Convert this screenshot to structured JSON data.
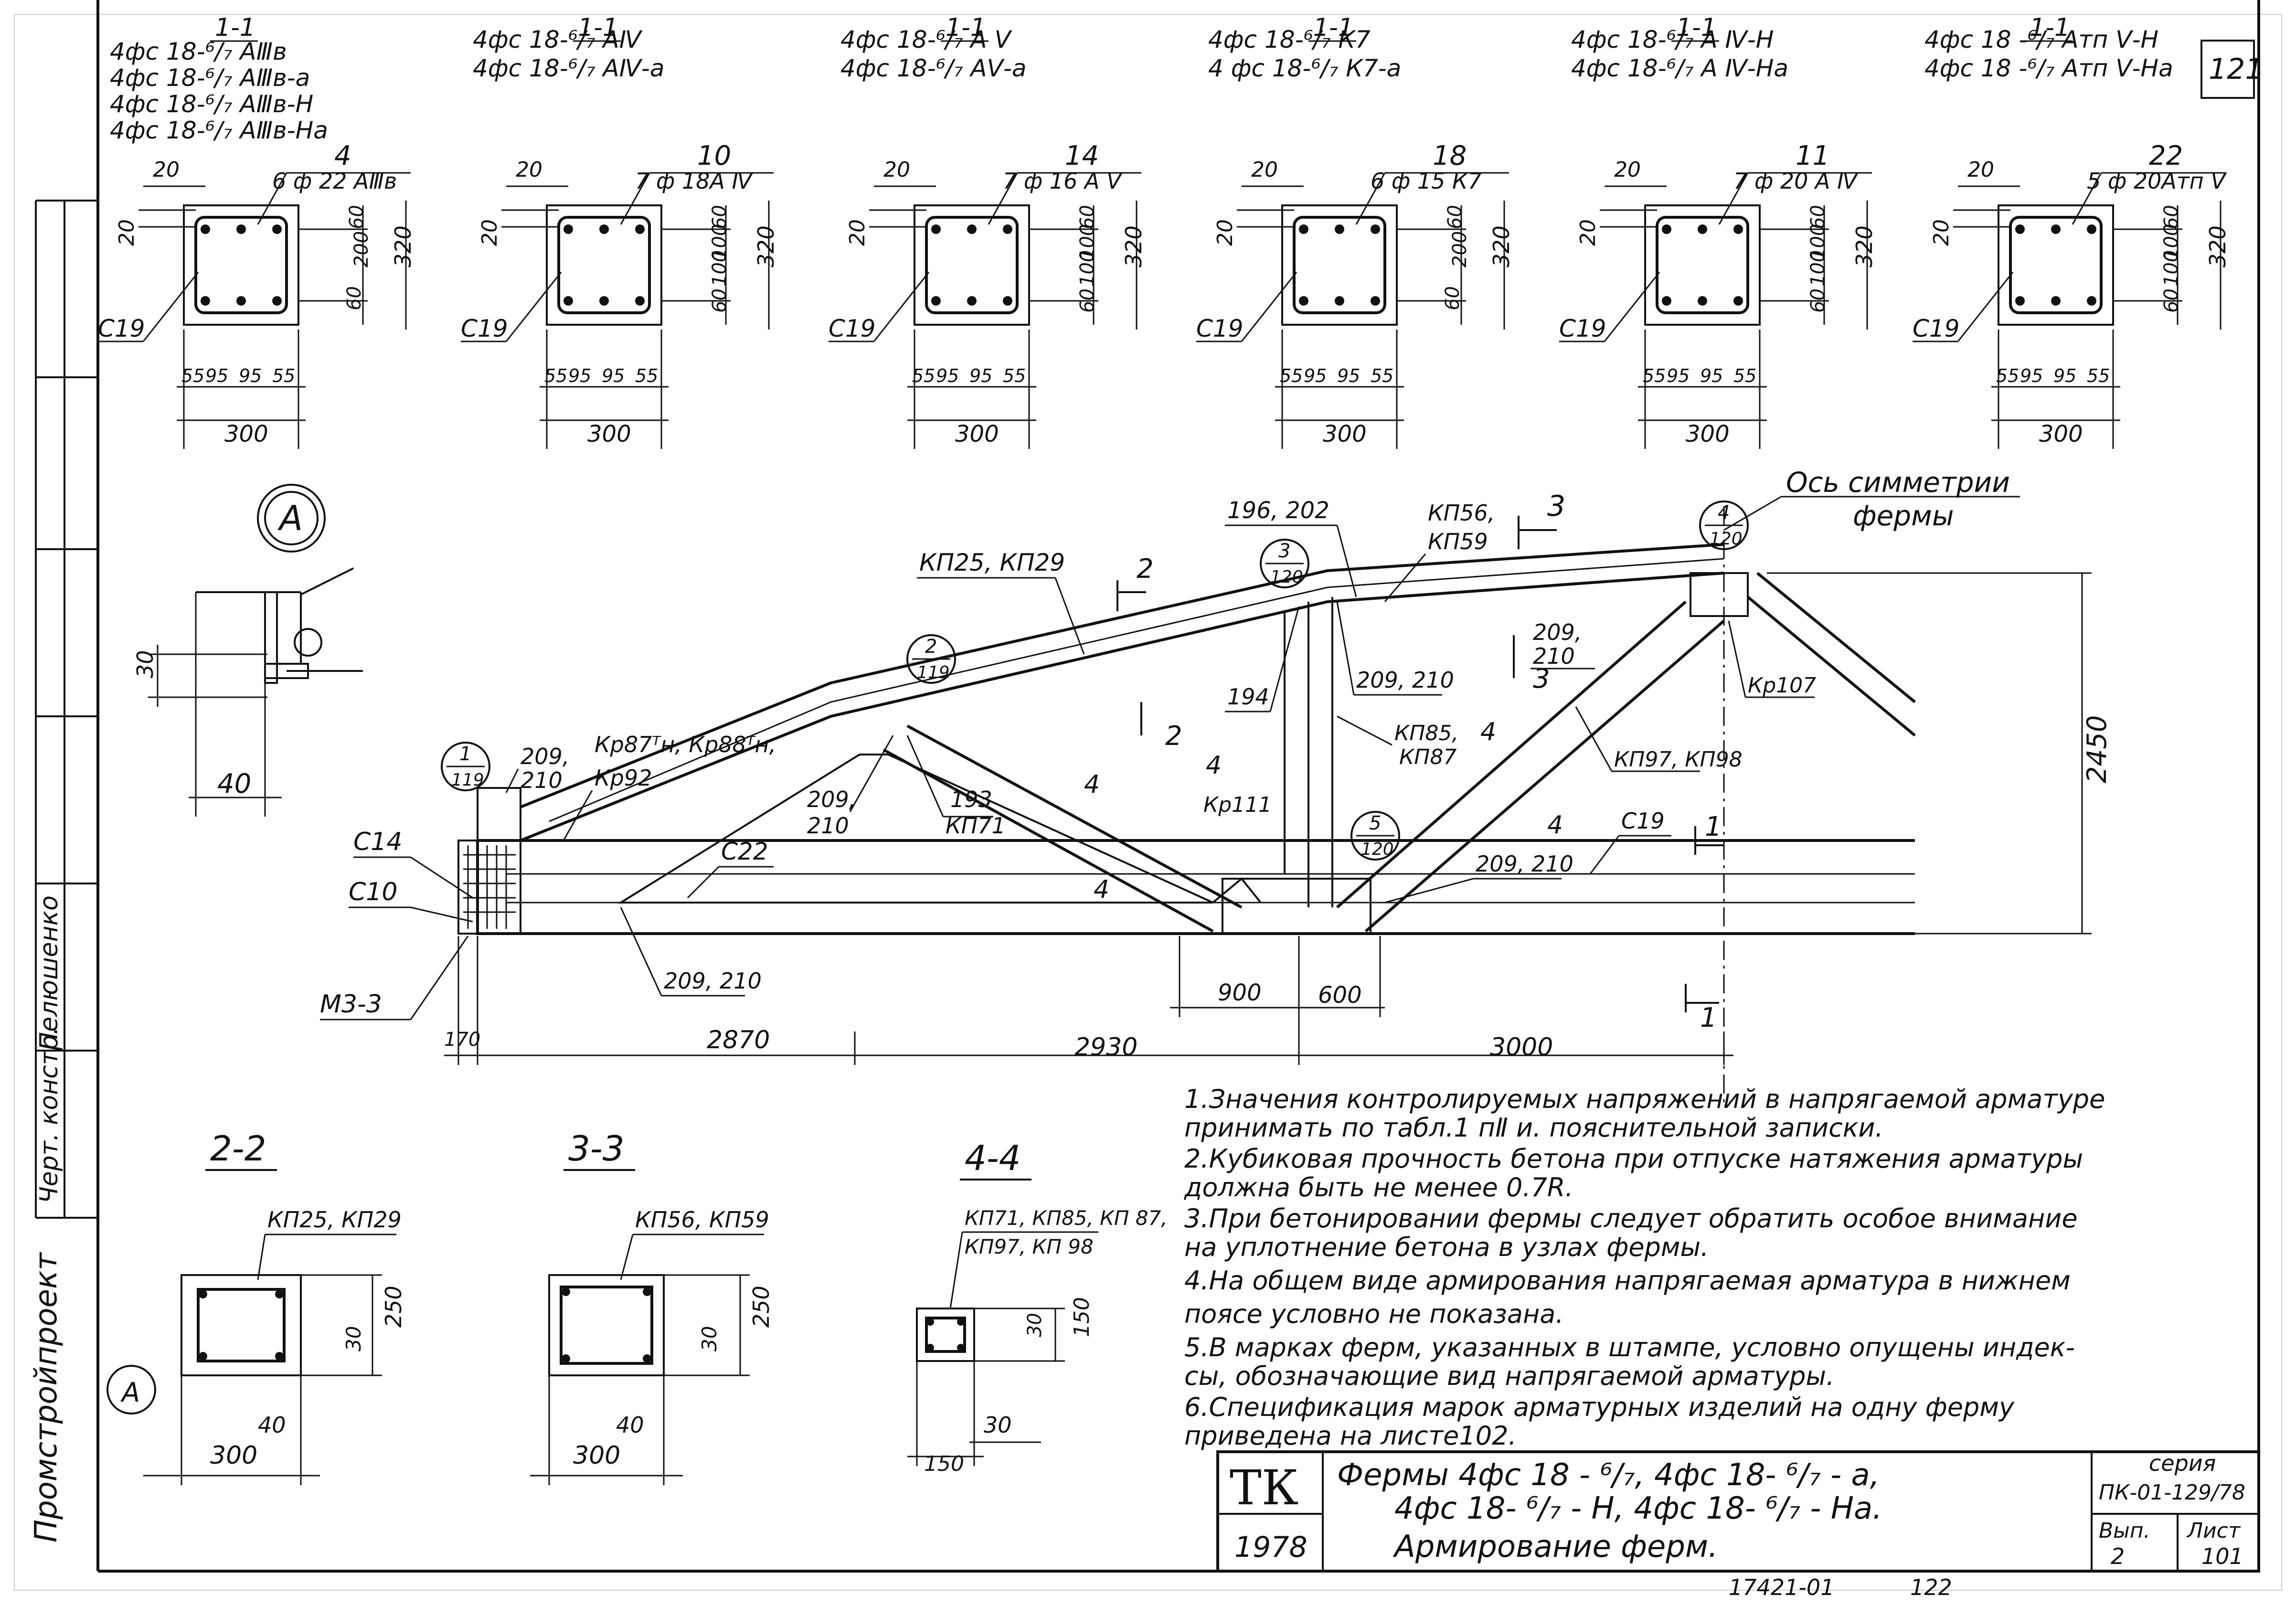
{
  "page_number_top": "121",
  "page_number_bottom": "122",
  "inventory_number": "17421-01",
  "left_strip": {
    "org": "Промстройпроект",
    "role_1": "Черт. констр.",
    "name_1": "Пелюшенко"
  },
  "sections_top": [
    {
      "cut": "1-1",
      "marks": [
        "4фс 18-⁶/₇ АⅢв",
        "4фс 18-⁶/₇ АⅢв-а",
        "4фс 18-⁶/₇ АⅢв-Н",
        "4фс 18-⁶/₇ АⅢв-На"
      ],
      "pos": "4",
      "bars": "6 ф 22 АⅢв",
      "d20a": "20",
      "d20b": "20",
      "dh": [
        "60",
        "200",
        "60"
      ],
      "dt": "320",
      "db": [
        "55",
        "95",
        "95",
        "55"
      ],
      "dw": "300",
      "clamp": "С19"
    },
    {
      "cut": "1-1",
      "marks": [
        "4фс 18-⁶/₇ АⅣ",
        "4фс 18-⁶/₇ АⅣ-а"
      ],
      "pos": "10",
      "bars": "7 ф 18А Ⅳ",
      "d20a": "20",
      "d20b": "20",
      "dh": [
        "60",
        "100",
        "100",
        "60"
      ],
      "dt": "320",
      "db": [
        "55",
        "95",
        "95",
        "55"
      ],
      "dw": "300",
      "clamp": "С19"
    },
    {
      "cut": "1-1",
      "marks": [
        "4фс 18-⁶/₇ А Ⅴ",
        "4фс 18-⁶/₇ АⅤ-а"
      ],
      "pos": "14",
      "bars": "7 ф 16 А Ⅴ",
      "d20a": "20",
      "d20b": "20",
      "dh": [
        "60",
        "100",
        "100",
        "60"
      ],
      "dt": "320",
      "db": [
        "55",
        "95",
        "95",
        "55"
      ],
      "dw": "300",
      "clamp": "С19"
    },
    {
      "cut": "1-1",
      "marks": [
        "4фс 18-⁶/₇ К7",
        "4 фс 18-⁶/₇ К7-а"
      ],
      "pos": "18",
      "bars": "6 ф 15 К7",
      "d20a": "20",
      "d20b": "20",
      "dh": [
        "60",
        "200",
        "60"
      ],
      "dt": "320",
      "db": [
        "55",
        "95",
        "95",
        "55"
      ],
      "dw": "300",
      "clamp": "С19"
    },
    {
      "cut": "1-1",
      "marks": [
        "4фс 18-⁶/₇ А Ⅳ-Н",
        "4фс 18-⁶/₇ А Ⅳ-На"
      ],
      "pos": "11",
      "bars": "7 ф 20 А Ⅳ",
      "d20a": "20",
      "d20b": "20",
      "dh": [
        "60",
        "100",
        "100",
        "60"
      ],
      "dt": "320",
      "db": [
        "55",
        "95",
        "95",
        "55"
      ],
      "dw": "300",
      "clamp": "С19"
    },
    {
      "cut": "1-1",
      "marks": [
        "4фс 18 -⁶/₇ Атп Ⅴ-Н",
        "4фс 18 -⁶/₇ Атп Ⅴ-На"
      ],
      "pos": "22",
      "bars": "5 ф 20Атп Ⅴ",
      "d20a": "20",
      "d20b": "20",
      "dh": [
        "60",
        "100",
        "100",
        "60"
      ],
      "dt": "320",
      "db": [
        "55",
        "95",
        "95",
        "55"
      ],
      "dw": "300",
      "clamp": "С19"
    }
  ],
  "detail_a": {
    "label": "А",
    "d30": "30",
    "d40": "40"
  },
  "truss": {
    "axis_label_1": "Ось симметрии",
    "axis_label_2": "фермы",
    "nodes": [
      {
        "num": "1",
        "sheet": "119"
      },
      {
        "num": "2",
        "sheet": "119"
      },
      {
        "num": "3",
        "sheet": "120"
      },
      {
        "num": "4",
        "sheet": "120"
      },
      {
        "num": "5",
        "sheet": "120"
      }
    ],
    "labels": {
      "kp25": "КП25, КП29",
      "l196": "196, 202",
      "kp56a": "КП56,",
      "kp56b": "КП59",
      "l209a": "209,",
      "l210a": "210",
      "kp87": "Кр87ᵀн, Кр88ᵀн,",
      "kp92": "Кр92",
      "c14": "С14",
      "c10": "С10",
      "m33": "М3-3",
      "c22": "С22",
      "l209b": "209,",
      "l210b": "210",
      "l193": "193",
      "kp71": "КП71",
      "l194": "194",
      "l209210a": "209, 210",
      "kp85a": "КП85,",
      "kp85b": "КП87",
      "kp111": "Кр111",
      "l209c": "209,",
      "l210c": "210",
      "kp107": "Кр107",
      "kp97": "КП97, КП98",
      "l209210b": "209, 210",
      "c19": "С19",
      "l209210c": "209, 210",
      "cut2": "2",
      "cut3": "3",
      "cut4": "4",
      "cut1": "1"
    },
    "dims": {
      "d170": "170",
      "d2870": "2870",
      "d2930": "2930",
      "d3000": "3000",
      "d900": "900",
      "d600": "600",
      "d2450": "2450"
    }
  },
  "sections_bottom": [
    {
      "cut": "2-2",
      "marks": "КП25, КП29",
      "d1": "30",
      "d2": "250",
      "d3": "40",
      "w": "300",
      "detail": "А"
    },
    {
      "cut": "3-3",
      "marks": "КП56, КП59",
      "d1": "30",
      "d2": "250",
      "d3": "40",
      "w": "300"
    },
    {
      "cut": "4-4",
      "marks": "КП71, КП85, КП 87,",
      "marks2": "КП97, КП 98",
      "d1": "30",
      "d2": "150",
      "d3": "30",
      "w": "150"
    }
  ],
  "notes": [
    "1.Значения контролируемых напряжений в напрягаемой арматуре",
    "принимать по табл.1 пⅡ и. пояснительной записки.",
    "2.Кубиковая прочность бетона при отпуске натяжения арматуры",
    "должна быть не менее 0.7R.",
    "3.При бетонировании фермы следует обратить особое внимание",
    "на уплотнение бетона в узлах фермы.",
    "4.На общем виде армирования напрягаемая арматура в нижнем",
    "поясе условно не показана.",
    "5.В марках ферм, указанных в штампе, условно опущены индек-",
    "сы, обозначающие вид напрягаемой арматуры.",
    "6.Спецификация марок арматурных изделий на одну ферму",
    "приведена на листе102."
  ],
  "title_block": {
    "logo": "ТК",
    "year": "1978",
    "title_1": "Фермы 4фс 18 - ⁶/₇,  4фс 18- ⁶/₇ - а,",
    "title_2": "4фс 18- ⁶/₇ - Н,   4фс 18- ⁶/₇ - На.",
    "title_3": "Армирование   ферм.",
    "series_label": "серия",
    "series": "ПК-01-129/78",
    "issue_label": "Вып.",
    "issue": "2",
    "sheet_label": "Лист",
    "sheet": "101"
  }
}
